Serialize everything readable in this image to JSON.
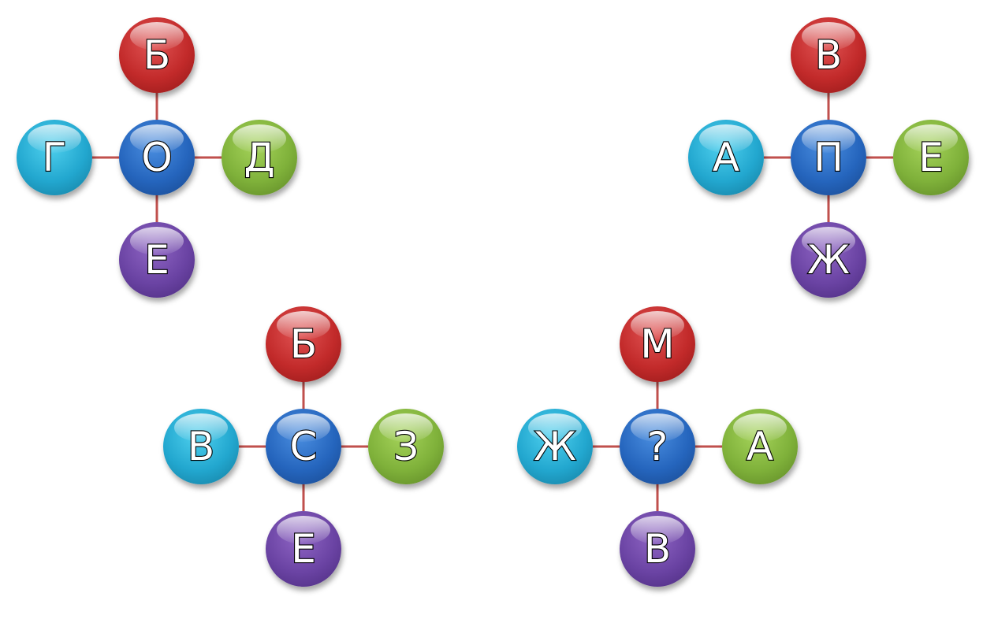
{
  "puzzles": [
    {
      "name": "puzzle-top-left",
      "top": "Б",
      "left": "Г",
      "center": "О",
      "right": "Д",
      "bottom": "Е"
    },
    {
      "name": "puzzle-top-right",
      "top": "В",
      "left": "А",
      "center": "П",
      "right": "Е",
      "bottom": "Ж"
    },
    {
      "name": "puzzle-bottom-left",
      "top": "Б",
      "left": "В",
      "center": "С",
      "right": "З",
      "bottom": "Е"
    },
    {
      "name": "puzzle-bottom-right",
      "top": "М",
      "left": "Ж",
      "center": "?",
      "right": "А",
      "bottom": "В"
    }
  ],
  "colors": {
    "top": "#c22a2a",
    "left": "#22a7cf",
    "center": "#2565bd",
    "right": "#7fb13a",
    "bottom": "#6a43a3",
    "connector": "#c0504d"
  }
}
